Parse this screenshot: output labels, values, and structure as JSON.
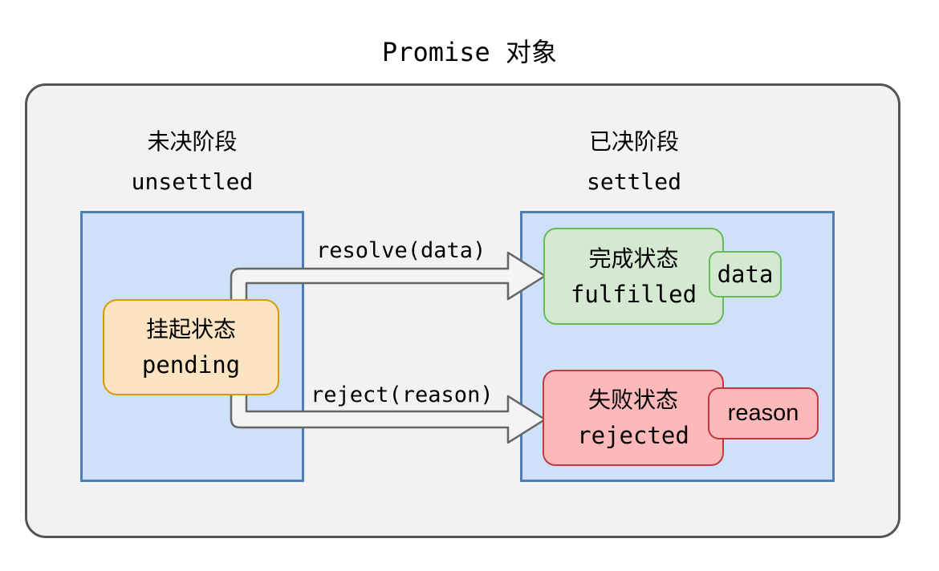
{
  "title": "Promise 对象",
  "stages": {
    "unsettled": {
      "label_zh": "未决阶段",
      "label_en": "unsettled"
    },
    "settled": {
      "label_zh": "已决阶段",
      "label_en": "settled"
    }
  },
  "states": {
    "pending": {
      "label_zh": "挂起状态",
      "label_en": "pending"
    },
    "fulfilled": {
      "label_zh": "完成状态",
      "label_en": "fulfilled",
      "tag": "data"
    },
    "rejected": {
      "label_zh": "失败状态",
      "label_en": "rejected",
      "tag": "reason"
    }
  },
  "transitions": {
    "resolve": {
      "label": "resolve(data)"
    },
    "reject": {
      "label": "reject(reason)"
    }
  },
  "colors": {
    "container_bg": "#F2F2F2",
    "container_border": "#545454",
    "stage_bg": "#CEE1F9",
    "stage_border": "#4F7DB4",
    "pending_bg": "#FCE3C1",
    "pending_border": "#D79B00",
    "fulfilled_bg": "#D4E8D2",
    "fulfilled_border": "#66BB59",
    "rejected_bg": "#FDB9BA",
    "rejected_border": "#C2393D",
    "arrow_fill": "#F4F4F4",
    "arrow_stroke": "#666666"
  }
}
